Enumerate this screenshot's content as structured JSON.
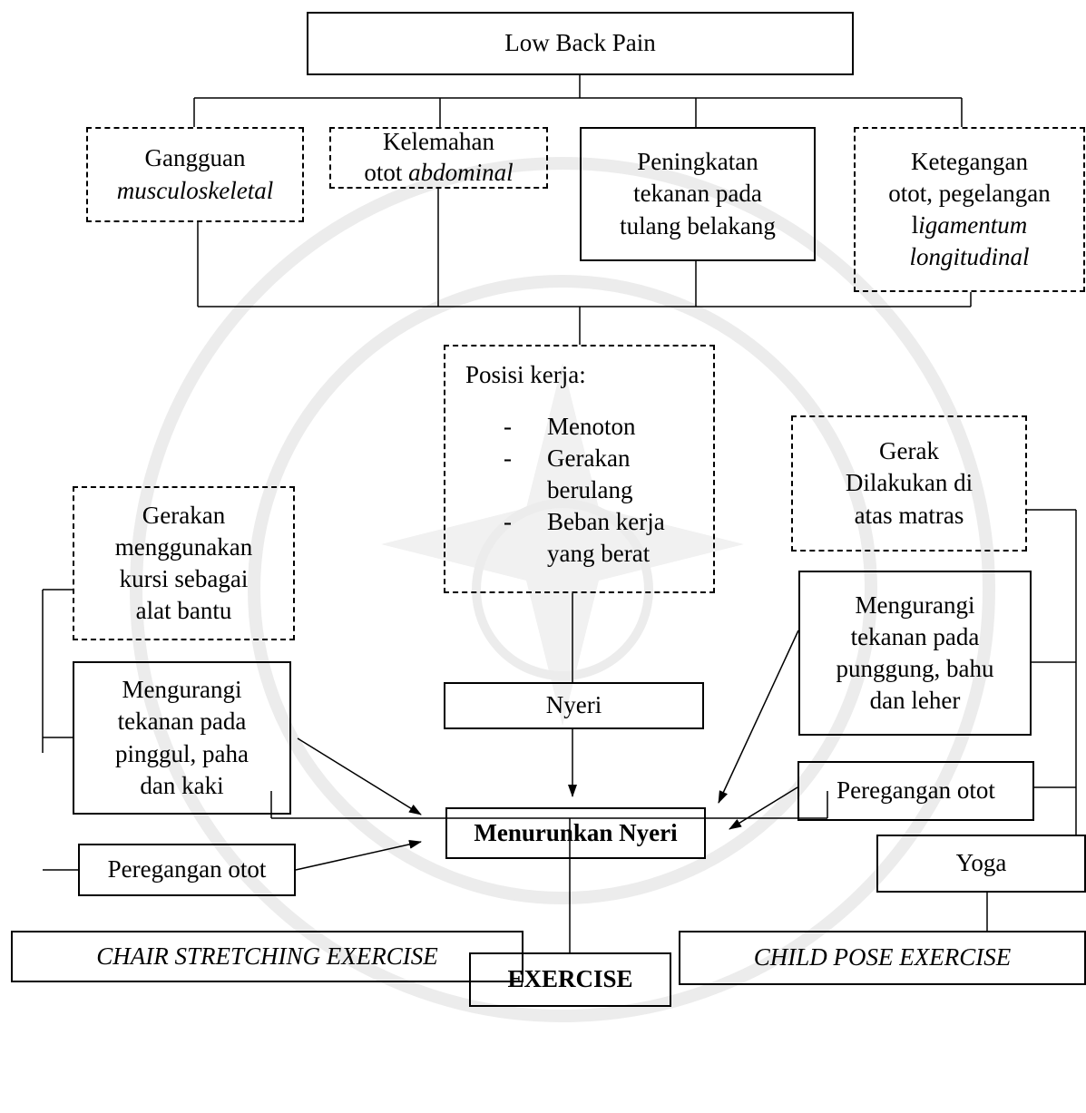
{
  "diagram": {
    "root": {
      "label": "Low Back Pain"
    },
    "causes": [
      {
        "line1": "Gangguan",
        "line2": "musculoskeletal"
      },
      {
        "line1": "Kelemahan",
        "line2_plain": "otot ",
        "line2_italic": "abdominal"
      },
      {
        "label": "Peningkatan\ntekanan pada\ntulang belakang"
      },
      {
        "line1": "Ketegangan",
        "line2": "otot, pegelangan",
        "line3_plain": "l",
        "line3_italic": "igamentum",
        "line4": "longitudinal"
      }
    ],
    "work_position": {
      "title": "Posisi kerja:",
      "items": [
        {
          "dash": "-",
          "text": "Menoton"
        },
        {
          "dash": "-",
          "text": "Gerakan\nberulang"
        },
        {
          "dash": "-",
          "text": "Beban kerja\nyang berat"
        }
      ]
    },
    "nyeri": {
      "label": "Nyeri"
    },
    "result": {
      "label": "Menurunkan Nyeri"
    },
    "chair": {
      "benefit_note": "Gerakan\nmenggunakan\nkursi sebagai\nalat bantu",
      "benefit": "Mengurangi\ntekanan pada\npinggul, paha\ndan kaki",
      "stretch": "Peregangan otot",
      "exercise": "CHAIR STRETCHING EXERCISE"
    },
    "child": {
      "benefit_note": "Gerak\nDilakukan di\natas matras",
      "benefit": "Mengurangi\ntekanan pada\npunggung, bahu\ndan leher",
      "stretch": "Peregangan otot",
      "yoga": "Yoga",
      "exercise": "CHILD POSE EXERCISE"
    },
    "exercise": {
      "label": "EXERCISE"
    }
  }
}
